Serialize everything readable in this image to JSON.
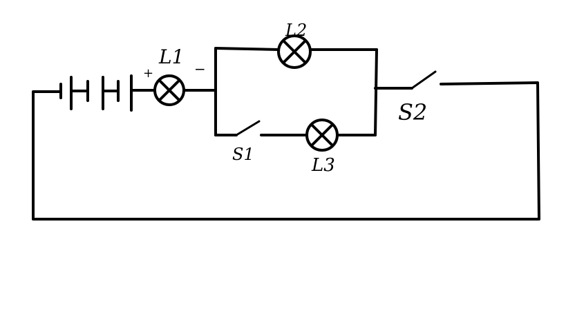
{
  "labels": {
    "lamp_1": "L1",
    "lamp_2": "L2",
    "lamp_3": "L3",
    "switch_1": "S1",
    "switch_2": "S2",
    "plus_sign": "+",
    "minus_sign": "−"
  }
}
